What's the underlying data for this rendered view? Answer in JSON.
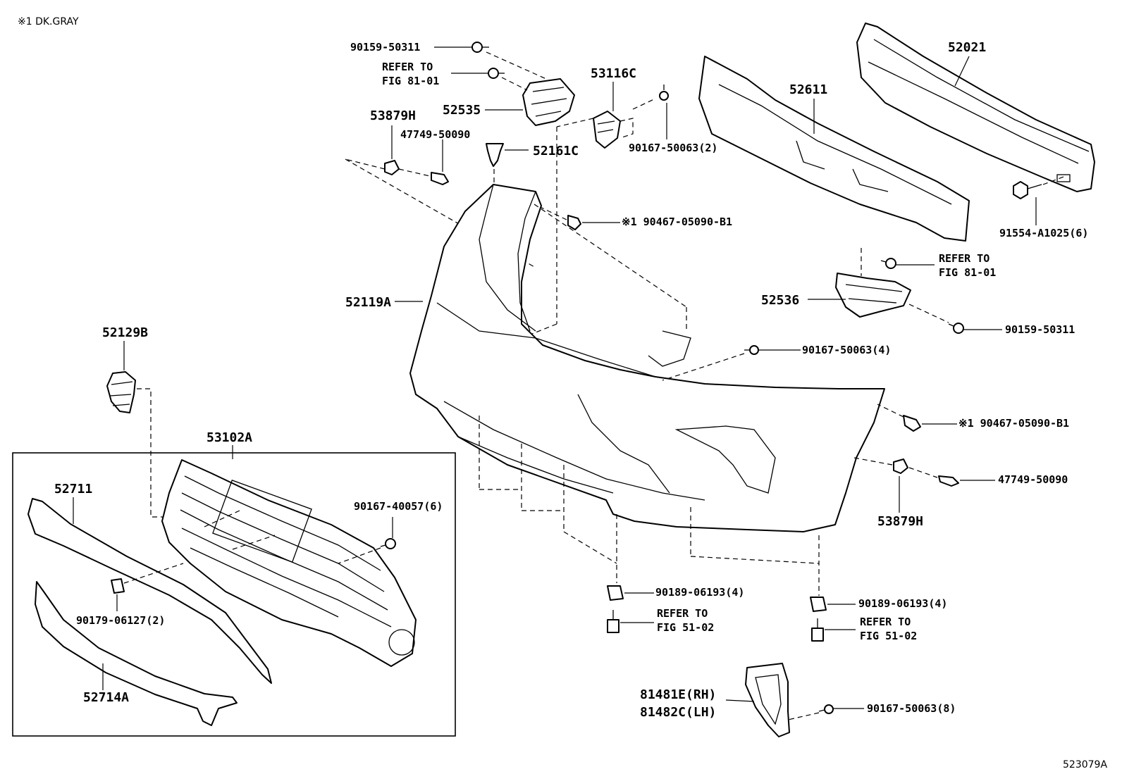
{
  "header_note": "※1 DK.GRAY",
  "figure_id": "523079A",
  "callouts": {
    "p90159_50311_top": "90159-50311",
    "refer_81_01_top_a": "REFER TO",
    "refer_81_01_top_b": "FIG 81-01",
    "p52535": "52535",
    "p53879H_top": "53879H",
    "p47749_50090_top": "47749-50090",
    "p52161C": "52161C",
    "p53116C": "53116C",
    "p90167_50063_2": "90167-50063(2)",
    "p52611": "52611",
    "p52021": "52021",
    "p91554_A1025_6": "91554-A1025(6)",
    "p90467_05090_B1_top": "※1 90467-05090-B1",
    "refer_81_01_right_a": "REFER TO",
    "refer_81_01_right_b": "FIG 81-01",
    "p52536": "52536",
    "p90159_50311_right": "90159-50311",
    "p52119A": "52119A",
    "p90167_50063_4": "90167-50063(4)",
    "p52129B": "52129B",
    "p90467_05090_B1_right": "※1 90467-05090-B1",
    "p47749_50090_right": "47749-50090",
    "p53879H_right": "53879H",
    "p53102A": "53102A",
    "p52711": "52711",
    "p90167_40057_6": "90167-40057(6)",
    "p90179_06127_2": "90179-06127(2)",
    "p52714A": "52714A",
    "p90189_06193_4_a": "90189-06193(4)",
    "refer_51_02_a1": "REFER TO",
    "refer_51_02_a2": "FIG 51-02",
    "p90189_06193_4_b": "90189-06193(4)",
    "refer_51_02_b1": "REFER TO",
    "refer_51_02_b2": "FIG 51-02",
    "p81481E": "81481E(RH)",
    "p81482C": "81482C(LH)",
    "p90167_50063_8": "90167-50063(8)"
  }
}
